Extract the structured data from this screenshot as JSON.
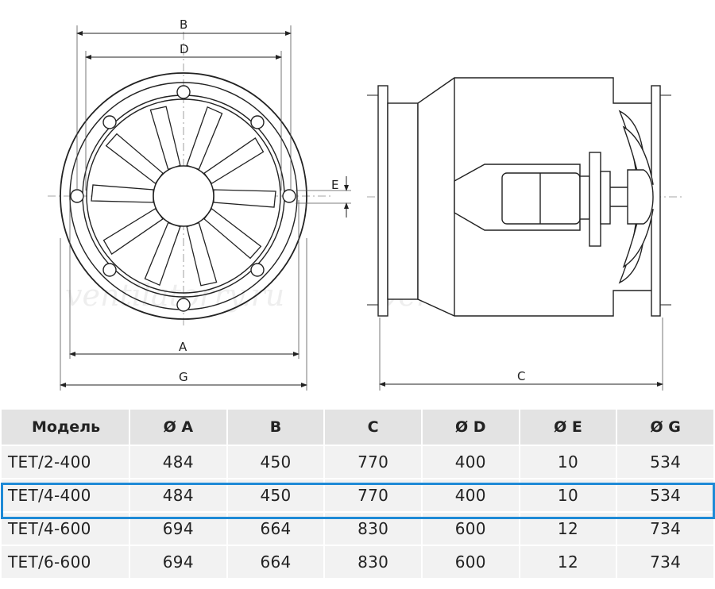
{
  "watermark": "ventilatorry.ru",
  "dimension_labels": {
    "a": "A",
    "b": "B",
    "c": "C",
    "d": "D",
    "e": "E",
    "g": "G"
  },
  "table": {
    "headers": [
      "Модель",
      "Ø A",
      "B",
      "C",
      "Ø D",
      "Ø E",
      "Ø G"
    ],
    "rows": [
      [
        "TET/2-400",
        "484",
        "450",
        "770",
        "400",
        "10",
        "534"
      ],
      [
        "TET/4-400",
        "484",
        "450",
        "770",
        "400",
        "10",
        "534"
      ],
      [
        "TET/4-600",
        "694",
        "664",
        "830",
        "600",
        "12",
        "734"
      ],
      [
        "TET/6-600",
        "694",
        "664",
        "830",
        "600",
        "12",
        "734"
      ]
    ],
    "highlighted_row": 1
  },
  "colors": {
    "highlight": "#1e8ad6",
    "header_bg": "#e3e3e3",
    "row_bg": "#f2f2f2",
    "line": "#222222"
  }
}
